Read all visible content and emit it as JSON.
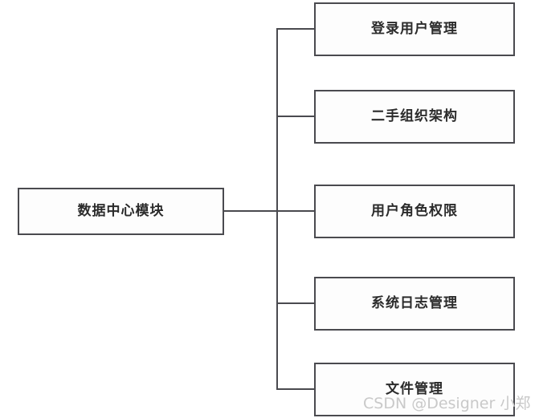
{
  "diagram": {
    "type": "tree-hierarchy",
    "orientation": "left-to-right",
    "background_color": "#ffffff",
    "box_border_color": "#4a4a4f",
    "connector_color": "#4a4a4f",
    "text_color": "#2b2b2b",
    "root": {
      "label": "数据中心模块"
    },
    "children": [
      {
        "label": "登录用户管理"
      },
      {
        "label": "二手组织架构"
      },
      {
        "label": "用户角色权限"
      },
      {
        "label": "系统日志管理"
      },
      {
        "label": "文件管理"
      }
    ]
  },
  "watermark": {
    "text": "CSDN @Designer 小郑",
    "color": "#c9c9c9"
  }
}
